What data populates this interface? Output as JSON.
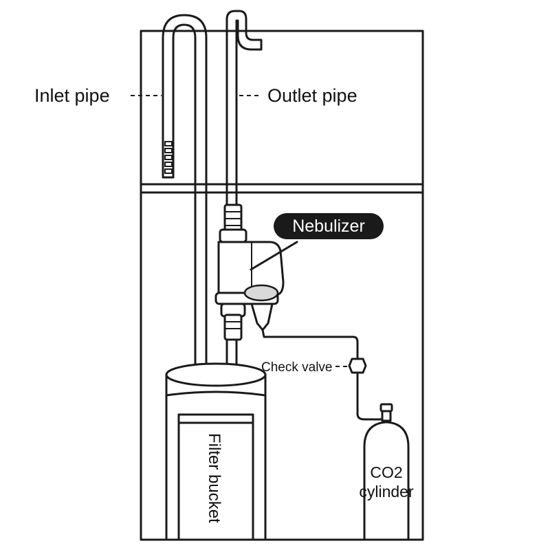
{
  "labels": {
    "inlet_pipe": "Inlet pipe",
    "outlet_pipe": "Outlet pipe",
    "nebulizer": "Nebulizer",
    "check_valve": "Check valve",
    "filter_bucket": "Filter bucket",
    "co2_line1": "CO2",
    "co2_line2": "cylinder"
  },
  "colors": {
    "line": "#1a1a1a",
    "background": "#ffffff",
    "badge": "#1a1a1a",
    "badge_text": "#ffffff"
  }
}
